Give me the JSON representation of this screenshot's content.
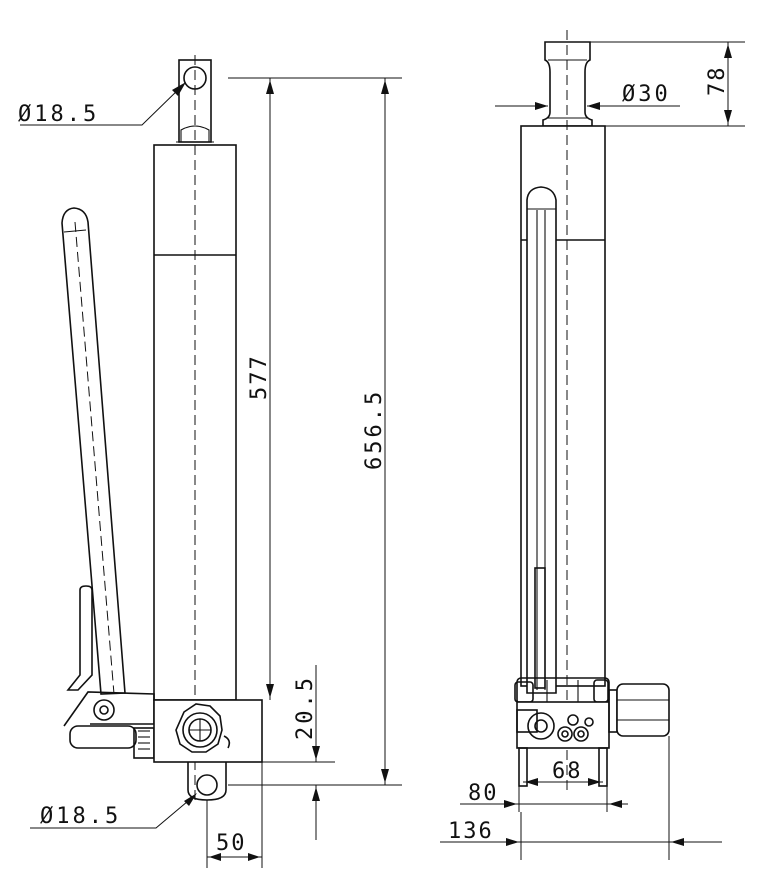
{
  "dimensions": {
    "top_eye_diameter": "Ø18.5",
    "bottom_eye_diameter": "Ø18.5",
    "cylinder_length": "577",
    "overall_length": "656.5",
    "base_offset": "20.5",
    "foot_width": "50",
    "rod_diameter": "Ø30",
    "rod_height": "78",
    "base_width": "68",
    "depth_80": "80",
    "depth_136": "136"
  }
}
